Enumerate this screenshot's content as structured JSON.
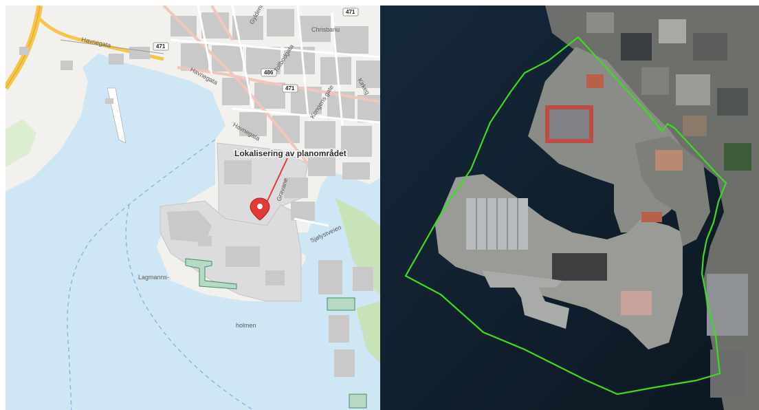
{
  "map_left": {
    "callout": "Lokalisering av planområdet",
    "street_labels": {
      "havnegata_1": "Havnegata",
      "havnegata_2": "Havnegata",
      "havnegata_3": "Havnegata",
      "gyldenl": "Gyldenlø",
      "tollbodgata": "Tollbodgata",
      "kongensgate": "Kongens gate",
      "kirkeg": "Kirkeg",
      "chrisbanu": "Chrisbanu",
      "gravane": "Gravane",
      "sjolyst": "Sjølystveien"
    },
    "place_labels": {
      "lagmanns": "Lagmanns-",
      "holmen": "holmen"
    },
    "road_shields": {
      "r471_a": "471",
      "r471_b": "471",
      "r471_c": "471",
      "r486": "486"
    },
    "colors": {
      "water": "#cfe6f5",
      "land": "#f2f1ee",
      "building": "#c9c9c9",
      "port_area": "#dcdcde",
      "marker": "#e53935",
      "road_main": "#f4c64a",
      "road_pink": "#f1c6bd"
    }
  },
  "map_right": {
    "boundary_color": "#3cdc20",
    "water_color": "#0f1e2a"
  }
}
